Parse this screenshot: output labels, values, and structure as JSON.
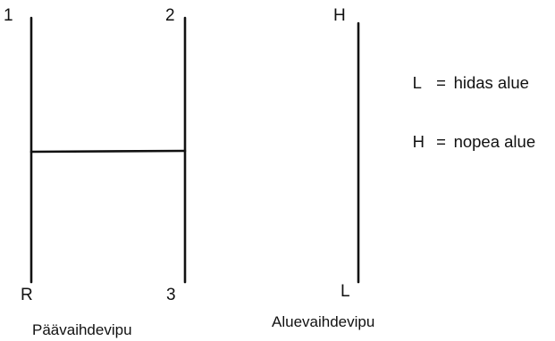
{
  "main_shift": {
    "positions": {
      "top_left": "1",
      "top_right": "2",
      "bottom_left": "R",
      "bottom_right": "3"
    },
    "caption": "Päävaihdevipu"
  },
  "range_shift": {
    "positions": {
      "top": "H",
      "bottom": "L"
    },
    "caption": "Aluevaihdevipu"
  },
  "legend": [
    {
      "key": "L",
      "sep": "=",
      "text": "hidas alue"
    },
    {
      "key": "H",
      "sep": "=",
      "text": "nopea alue"
    }
  ]
}
